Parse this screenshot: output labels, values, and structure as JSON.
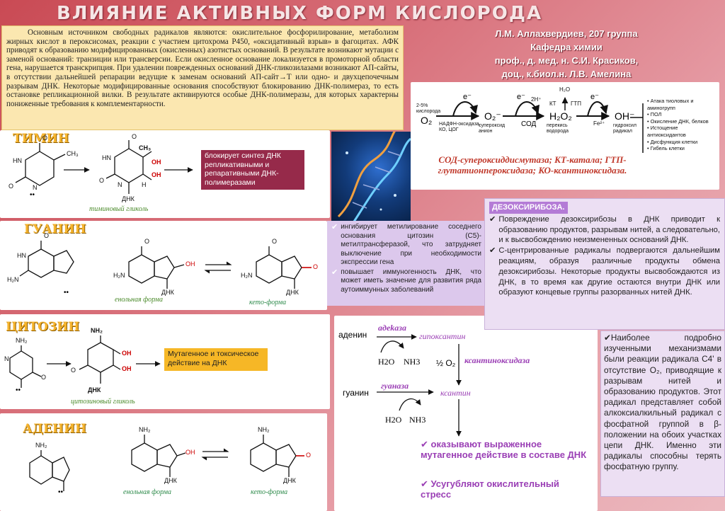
{
  "title": "ВЛИЯНИЕ АКТИВНЫХ ФОРМ КИСЛОРОДА (АФК) НА ДНК",
  "intro": "Основным источником свободных радикалов являются: окислительное фосфорилирование, метаболизм жирных кислот в пероксисомах, реакции с участием цитохрома Р450, «оксидативный взрыв» в фагоцитах. АФК приводят к образованию модифицированных (окисленных) азотистых оснований. В результате возникают мутации с заменой оснований: транзиции или трансверсии. Если окисленное основание локализуется в промоторной области гена, нарушается транскрипция. При удалении поврежденных оснований ДНК-гликозилазами возникают АП-сайты, в отсутствии дальнейшей репарации ведущие к заменам оснований АП-сайт→Т или одно- и двухцепочечным разрывам ДНК. Некоторые модифицированные основания способствуют блокированию ДНК-полимераз, то есть остановке репликационной вилки. В результате активируются особые ДНК-полимеразы, для которых характерны пониженные требования к комплементарности.",
  "authors": {
    "line1": "Л.М. Аллахвердиев, 207 группа",
    "line2": "Кафедра химии",
    "line3": "проф., д. мед. н. С.И. Красиков,",
    "line4": "доц., к.биол.н. Л.В. Амелина"
  },
  "ros": {
    "source": "2-5% кислорода",
    "o2": "O₂",
    "e": "e⁻",
    "nadph": "НАДФН-оксидаза, КО, ЦОГ",
    "superoxide": "O₂⁻",
    "superoxide_label": "супероксид анион",
    "sod": "СОД",
    "twoh": "2Н⁺",
    "h2o2": "H₂O₂",
    "h2o2_label": "перекись водорода",
    "h2o": "H₂O",
    "kt": "КТ",
    "gtp": "ГТП",
    "fe": "Fe²⁺",
    "oh": "OH⁻",
    "oh_label": "гидроксил радикал",
    "effects": [
      "Атака тиоловых и аминогрупп",
      "ПОЛ",
      "Окисление ДНК, белков",
      "Истощение антиоксидантов",
      "Дисфункция клетки",
      "Гибель клетки"
    ],
    "legend": "СОД-супероксиддисмутаза; КТ-катала; ГТП-глутатионпероксидаза; КО-ксантиноксидаза."
  },
  "thymine": {
    "title": "ТИМИН",
    "glycol": "тиминовый гликоль",
    "effect": "блокирует синтез ДНК репликативными и репаративными ДНК-полимеразами",
    "dna": "ДНК",
    "ch3": "CH₃"
  },
  "guanine": {
    "title": "ГУАНИН",
    "enol": "енольная форма",
    "keto": "кето-форма",
    "dna": "ДНК",
    "bullets": [
      "ингибирует метилирование соседнего основания цитозин (С5)-метилтрансферазой, что затрудняет выключение при необходимости экспрессии гена",
      "повышает иммуногенность ДНК, что может иметь значение для развития ряда аутоиммунных заболеваний"
    ]
  },
  "cytosine": {
    "title": "ЦИТОЗИН",
    "glycol": "цитозиновый гликоль",
    "effect": "Мутагенное и токсическое действие на ДНК",
    "dna": "ДНК",
    "nh2": "NH₂"
  },
  "adenine": {
    "title": "АДЕНИН",
    "enol": "енольная форма",
    "keto": "кето-форма",
    "dna": "ДНК",
    "nh2": "NH₂"
  },
  "deamination": {
    "adenine": "аденин",
    "adenase": "адеkаза",
    "hypoxanthine": "гипоксантин",
    "h2o": "H2O",
    "nh3": "NH3",
    "half_o2": "½ O₂",
    "xo": "ксантиноксидаза",
    "guanine": "гуанин",
    "guanase": "гуаназа",
    "xanthine": "ксантин",
    "result1": "оказывают выраженное мутагенное действие в составе ДНК",
    "result2": "Усугубляют окислительный стресс"
  },
  "deoxyribose": {
    "heading": "ДЕЗОКСИРИБОЗА.",
    "bullets": [
      "Повреждение дезоксирибозы в ДНК приводит к образованию продуктов, разрывам нитей, а следовательно, и к высвобождению неизмененных оснований ДНК.",
      "С-центрированные радикалы подвергаются дальнейшим реакциям, образуя различные продукты обмена дезоксирибозы. Некоторые продукты высвобождаются из ДНК, в то время как другие остаются внутри ДНК или образуют концевые группы разорванных нитей ДНК."
    ]
  },
  "c4": "Наиболее подробно изученными механизмами были реакции радикала С4' в отсутствие O₂, приводящие к разрывам нитей и образованию продуктов. Этот радикал представляет собой алкоксиалкильный радикал с фосфатной группой в β-положении на обоих участках цепи ДНК. Именно эти радикалы способны терять фосфатную группу."
}
